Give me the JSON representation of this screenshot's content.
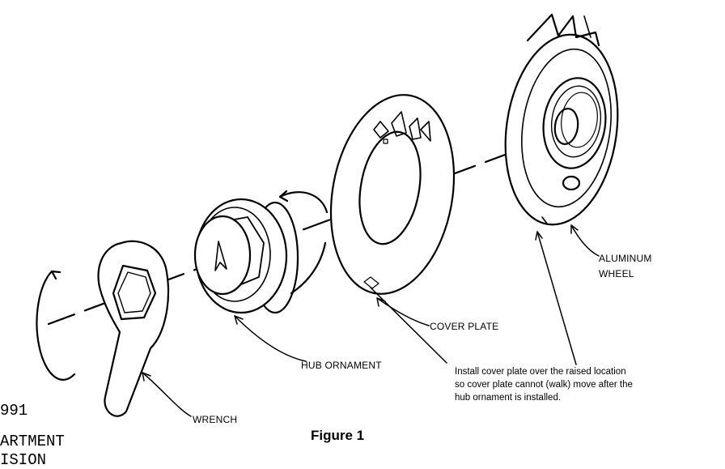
{
  "labels": {
    "aluminum_wheel_line1": "ALUMINUM",
    "aluminum_wheel_line2": "WHEEL",
    "cover_plate": "COVER PLATE",
    "hub_ornament": "HUB ORNAMENT",
    "wrench": "WRENCH"
  },
  "note": {
    "line1": "Install cover plate over the raised location",
    "line2": "so cover plate cannot (walk) move after the",
    "line3": "hub ornament is installed."
  },
  "caption": "Figure 1",
  "margin_text": [
    "991",
    "ARTMENT",
    "ISION"
  ],
  "colors": {
    "ink": "#000000",
    "paper": "#ffffff"
  }
}
